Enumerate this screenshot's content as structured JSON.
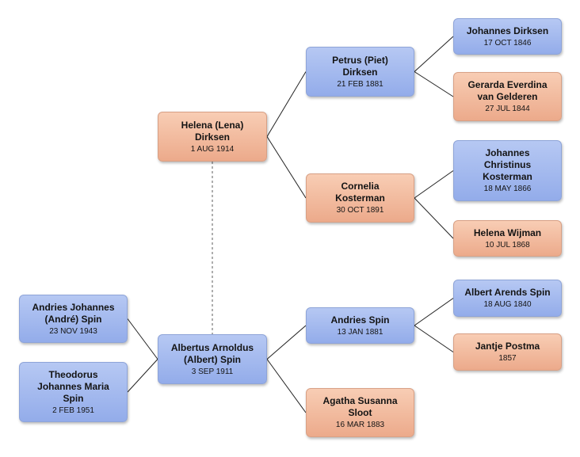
{
  "people": {
    "helena_lena": {
      "name": [
        "Helena (Lena)",
        "Dirksen"
      ],
      "date": "1 AUG 1914",
      "gender": "f"
    },
    "albertus": {
      "name": [
        "Albertus Arnoldus",
        "(Albert) Spin"
      ],
      "date": "3 SEP 1911",
      "gender": "m"
    },
    "andries_johannes": {
      "name": [
        "Andries Johannes",
        "(André) Spin"
      ],
      "date": "23 NOV 1943",
      "gender": "m"
    },
    "theodorus": {
      "name": [
        "Theodorus",
        "Johannes Maria",
        "Spin"
      ],
      "date": "2 FEB 1951",
      "gender": "m"
    },
    "petrus": {
      "name": [
        "Petrus (Piet)",
        "Dirksen"
      ],
      "date": "21 FEB 1881",
      "gender": "m"
    },
    "cornelia": {
      "name": [
        "Cornelia",
        "Kosterman"
      ],
      "date": "30 OCT 1891",
      "gender": "f"
    },
    "andries_spin": {
      "name": [
        "Andries Spin"
      ],
      "date": "13 JAN 1881",
      "gender": "m"
    },
    "agatha": {
      "name": [
        "Agatha Susanna",
        "Sloot"
      ],
      "date": "16 MAR 1883",
      "gender": "f"
    },
    "johannes_dirksen": {
      "name": [
        "Johannes Dirksen"
      ],
      "date": "17 OCT 1846",
      "gender": "m"
    },
    "gerarda": {
      "name": [
        "Gerarda Everdina",
        "van Gelderen"
      ],
      "date": "27 JUL 1844",
      "gender": "f"
    },
    "johannes_kosterman": {
      "name": [
        "Johannes",
        "Christinus",
        "Kosterman"
      ],
      "date": "18 MAY 1866",
      "gender": "m"
    },
    "helena_wijman": {
      "name": [
        "Helena Wijman"
      ],
      "date": "10 JUL 1868",
      "gender": "f"
    },
    "albert_arends": {
      "name": [
        "Albert Arends Spin"
      ],
      "date": "18 AUG 1840",
      "gender": "m"
    },
    "jantje": {
      "name": [
        "Jantje Postma"
      ],
      "date": "1857",
      "gender": "f"
    }
  },
  "relations": [
    {
      "from": "andries_johannes",
      "to": "albertus"
    },
    {
      "from": "theodorus",
      "to": "albertus"
    },
    {
      "from": "helena_lena",
      "to": "petrus"
    },
    {
      "from": "helena_lena",
      "to": "cornelia"
    },
    {
      "from": "albertus",
      "to": "andries_spin"
    },
    {
      "from": "albertus",
      "to": "agatha"
    },
    {
      "from": "petrus",
      "to": "johannes_dirksen"
    },
    {
      "from": "petrus",
      "to": "gerarda"
    },
    {
      "from": "cornelia",
      "to": "johannes_kosterman"
    },
    {
      "from": "cornelia",
      "to": "helena_wijman"
    },
    {
      "from": "andries_spin",
      "to": "albert_arends"
    },
    {
      "from": "andries_spin",
      "to": "jantje"
    }
  ],
  "spouses": [
    {
      "a": "helena_lena",
      "b": "albertus"
    }
  ],
  "colors": {
    "male": "#9bb2ec",
    "female": "#f0b497",
    "line": "#222222",
    "spouse_line": "#777777"
  }
}
